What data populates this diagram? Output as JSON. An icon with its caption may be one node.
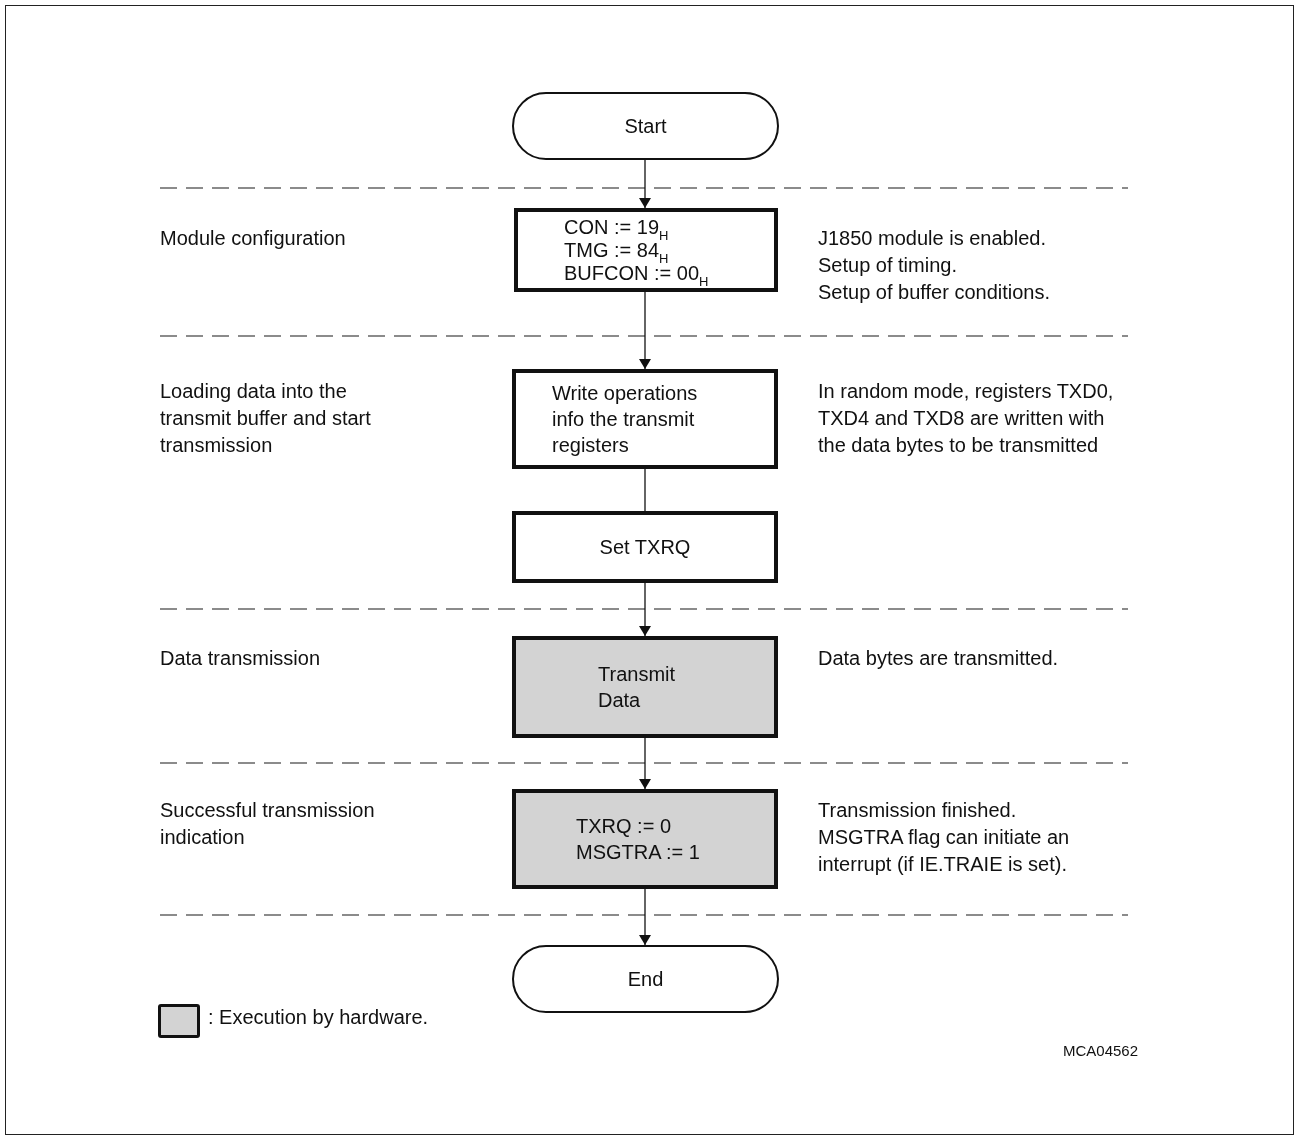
{
  "diagram": {
    "nodes": [
      {
        "text": [
          "Start"
        ]
      },
      {
        "text": [
          "CON := 19$_{H}$",
          "TMG := 84$_{H}$",
          "BUFCON := 00$_{H}$"
        ]
      },
      {
        "text": [
          "Write operations info the transmit registers"
        ]
      },
      {
        "text": [
          "Set TXRQ"
        ]
      },
      {
        "text": [
          "Transmit Data"
        ]
      },
      {
        "text": [
          "TXRQ := 0",
          "MSGTRA := 1"
        ]
      },
      {
        "text": [
          "End"
        ]
      }
    ],
    "edges": [
      {
        "from": 0,
        "to": 1,
        "arrow": "to"
      },
      {
        "from": 1,
        "to": 2,
        "arrow": "to"
      },
      {
        "from": 2,
        "to": 3,
        "arrow": "none"
      },
      {
        "from": 3,
        "to": 4,
        "arrow": "to"
      },
      {
        "from": 4,
        "to": 5,
        "arrow": "to"
      },
      {
        "from": 5,
        "to": 6,
        "arrow": "to"
      }
    ],
    "labels": [
      "Module configuration",
      "J1850 module is enabled.",
      "Setup of timing.",
      "Setup of buffer conditions.",
      "Loading data into the transmit buffer and start transmission",
      "In random mode, registers TXD0, TXD4 and TXD8 are written with the data bytes to be transmitted",
      "Data transmission",
      "Data bytes are transmitted.",
      "Successful transmission indication",
      "Transmission finished.",
      "MSGTRA flag can initiate an interrupt (if IE.TRAIE is set).",
      "MCA04562"
    ],
    "legend": [
      {
        "text": ": Execution by hardware.",
        "color": "#d3d3d3"
      }
    ]
  }
}
